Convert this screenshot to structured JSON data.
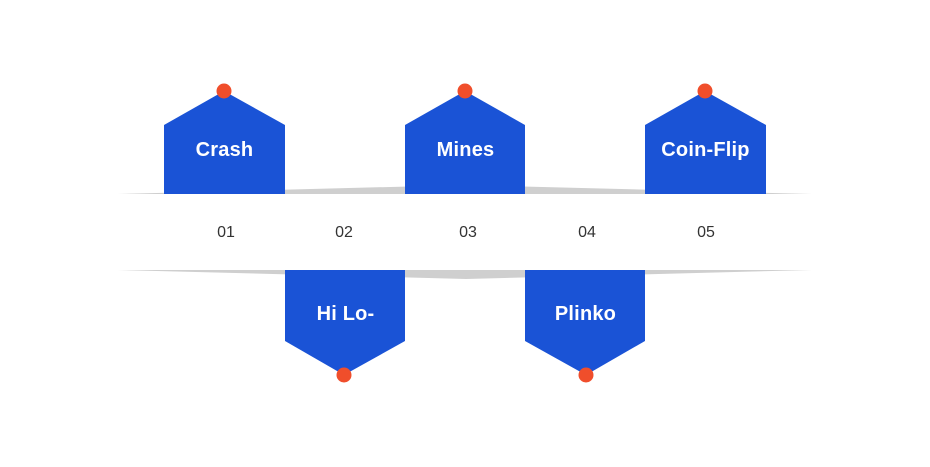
{
  "items": [
    {
      "number": "01",
      "label": "Crash"
    },
    {
      "number": "02",
      "label": "Hi Lo-"
    },
    {
      "number": "03",
      "label": "Mines"
    },
    {
      "number": "04",
      "label": "Plinko"
    },
    {
      "number": "05",
      "label": "Coin-Flip"
    }
  ],
  "colors": {
    "block": "#1a53d6",
    "dot": "#f04e2b",
    "shadow": "#cfcfcf",
    "number_text": "#333333"
  }
}
